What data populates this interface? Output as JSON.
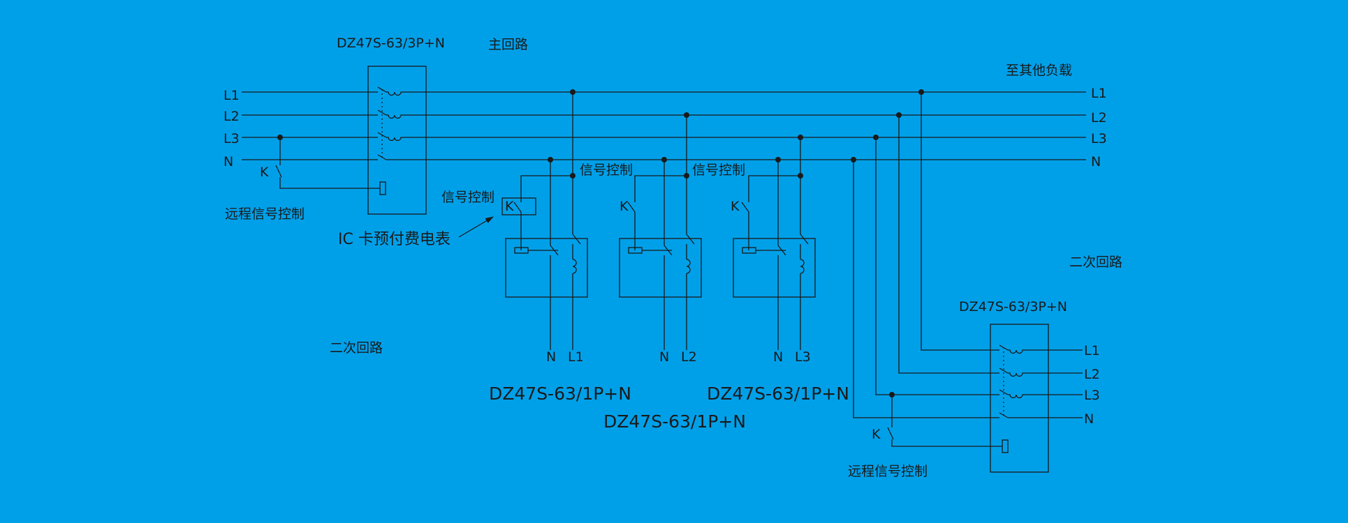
{
  "colors": {
    "background": "#00a0e9",
    "line": "#1a1a1a"
  },
  "main": {
    "breaker_model": "DZ47S-63/3P+N",
    "circuit_title": "主回路",
    "to_other_loads": "至其他负载",
    "remote_signal_control": "远程信号控制",
    "k_label": "K",
    "ic_meter": "IC 卡预付费电表",
    "secondary_circuit": "二次回路",
    "buses_left": [
      "L1",
      "L2",
      "L3",
      "N"
    ],
    "buses_right": [
      "L1",
      "L2",
      "L3",
      "N"
    ]
  },
  "branches": [
    {
      "signal_label": "信号控制",
      "k_label": "K",
      "neutral": "N",
      "phase": "L1",
      "breaker_model": "DZ47S-63/1P+N"
    },
    {
      "signal_label": "信号控制",
      "k_label": "K",
      "neutral": "N",
      "phase": "L2",
      "breaker_model": "DZ47S-63/1P+N"
    },
    {
      "signal_label": "信号控制",
      "k_label": "K",
      "neutral": "N",
      "phase": "L3",
      "breaker_model": "DZ47S-63/1P+N"
    }
  ],
  "secondary": {
    "title": "二次回路",
    "breaker_model": "DZ47S-63/3P+N",
    "outputs": [
      "L1",
      "L2",
      "L3",
      "N"
    ],
    "k_label": "K",
    "remote_signal_control": "远程信号控制"
  }
}
